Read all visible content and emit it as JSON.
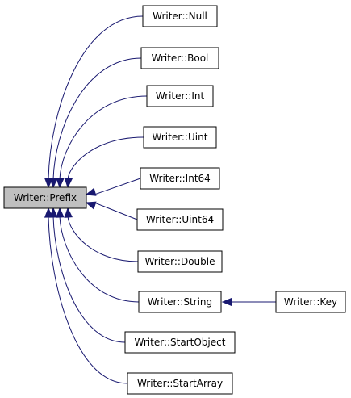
{
  "diagram": {
    "type": "call-graph",
    "edge_color": "#191970",
    "root_fill": "#bfbfbf",
    "node_fill": "#ffffff",
    "nodes": [
      {
        "id": "prefix",
        "label": "Writer::Prefix",
        "highlighted": true
      },
      {
        "id": "null",
        "label": "Writer::Null"
      },
      {
        "id": "bool",
        "label": "Writer::Bool"
      },
      {
        "id": "int",
        "label": "Writer::Int"
      },
      {
        "id": "uint",
        "label": "Writer::Uint"
      },
      {
        "id": "int64",
        "label": "Writer::Int64"
      },
      {
        "id": "uint64",
        "label": "Writer::Uint64"
      },
      {
        "id": "double",
        "label": "Writer::Double"
      },
      {
        "id": "string",
        "label": "Writer::String"
      },
      {
        "id": "startobject",
        "label": "Writer::StartObject"
      },
      {
        "id": "startarray",
        "label": "Writer::StartArray"
      },
      {
        "id": "key",
        "label": "Writer::Key"
      }
    ],
    "edges": [
      {
        "from": "null",
        "to": "prefix"
      },
      {
        "from": "bool",
        "to": "prefix"
      },
      {
        "from": "int",
        "to": "prefix"
      },
      {
        "from": "uint",
        "to": "prefix"
      },
      {
        "from": "int64",
        "to": "prefix"
      },
      {
        "from": "uint64",
        "to": "prefix"
      },
      {
        "from": "double",
        "to": "prefix"
      },
      {
        "from": "string",
        "to": "prefix"
      },
      {
        "from": "startobject",
        "to": "prefix"
      },
      {
        "from": "startarray",
        "to": "prefix"
      },
      {
        "from": "key",
        "to": "string"
      }
    ]
  }
}
